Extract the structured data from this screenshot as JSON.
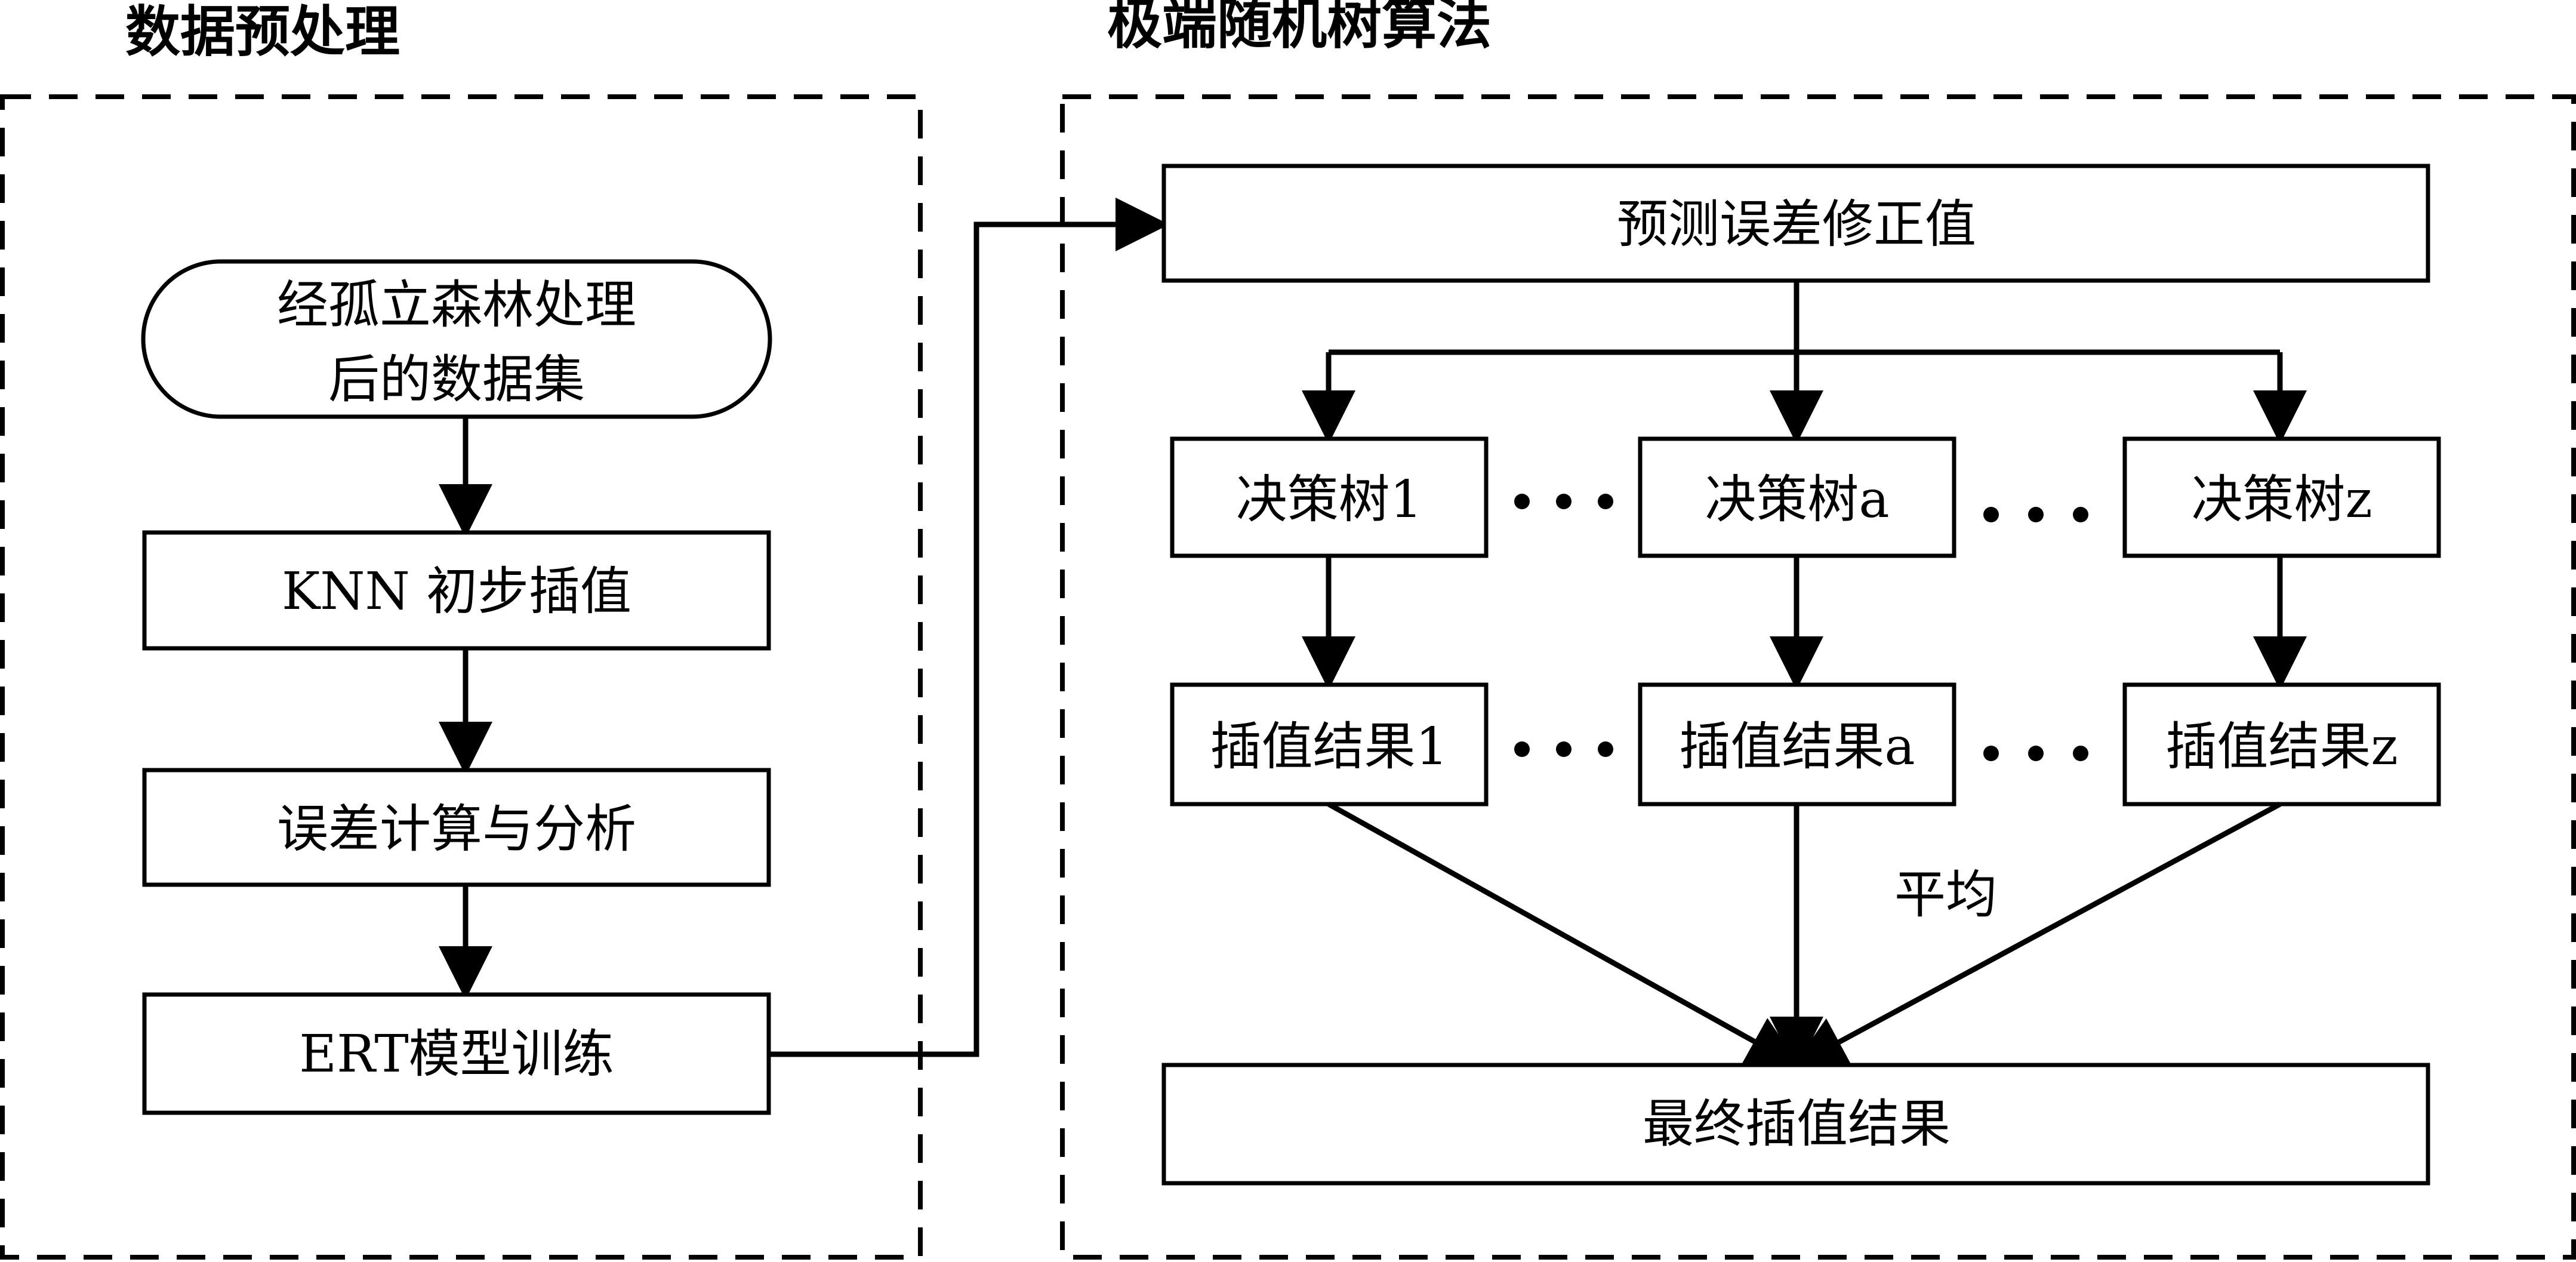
{
  "sections": {
    "preprocessing_title": "数据预处理",
    "ert_title": "极端随机树算法"
  },
  "left": {
    "start_line1": "经孤立森林处理",
    "start_line2": "后的数据集",
    "knn": "KNN 初步插值",
    "error": "误差计算与分析",
    "ert_train": "ERT模型训练"
  },
  "right": {
    "correction": "预测误差修正值",
    "tree1": "决策树1",
    "treea": "决策树a",
    "treez": "决策树z",
    "result1": "插值结果1",
    "resulta": "插值结果a",
    "resultz": "插值结果z",
    "average": "平均",
    "final": "最终插值结果"
  }
}
